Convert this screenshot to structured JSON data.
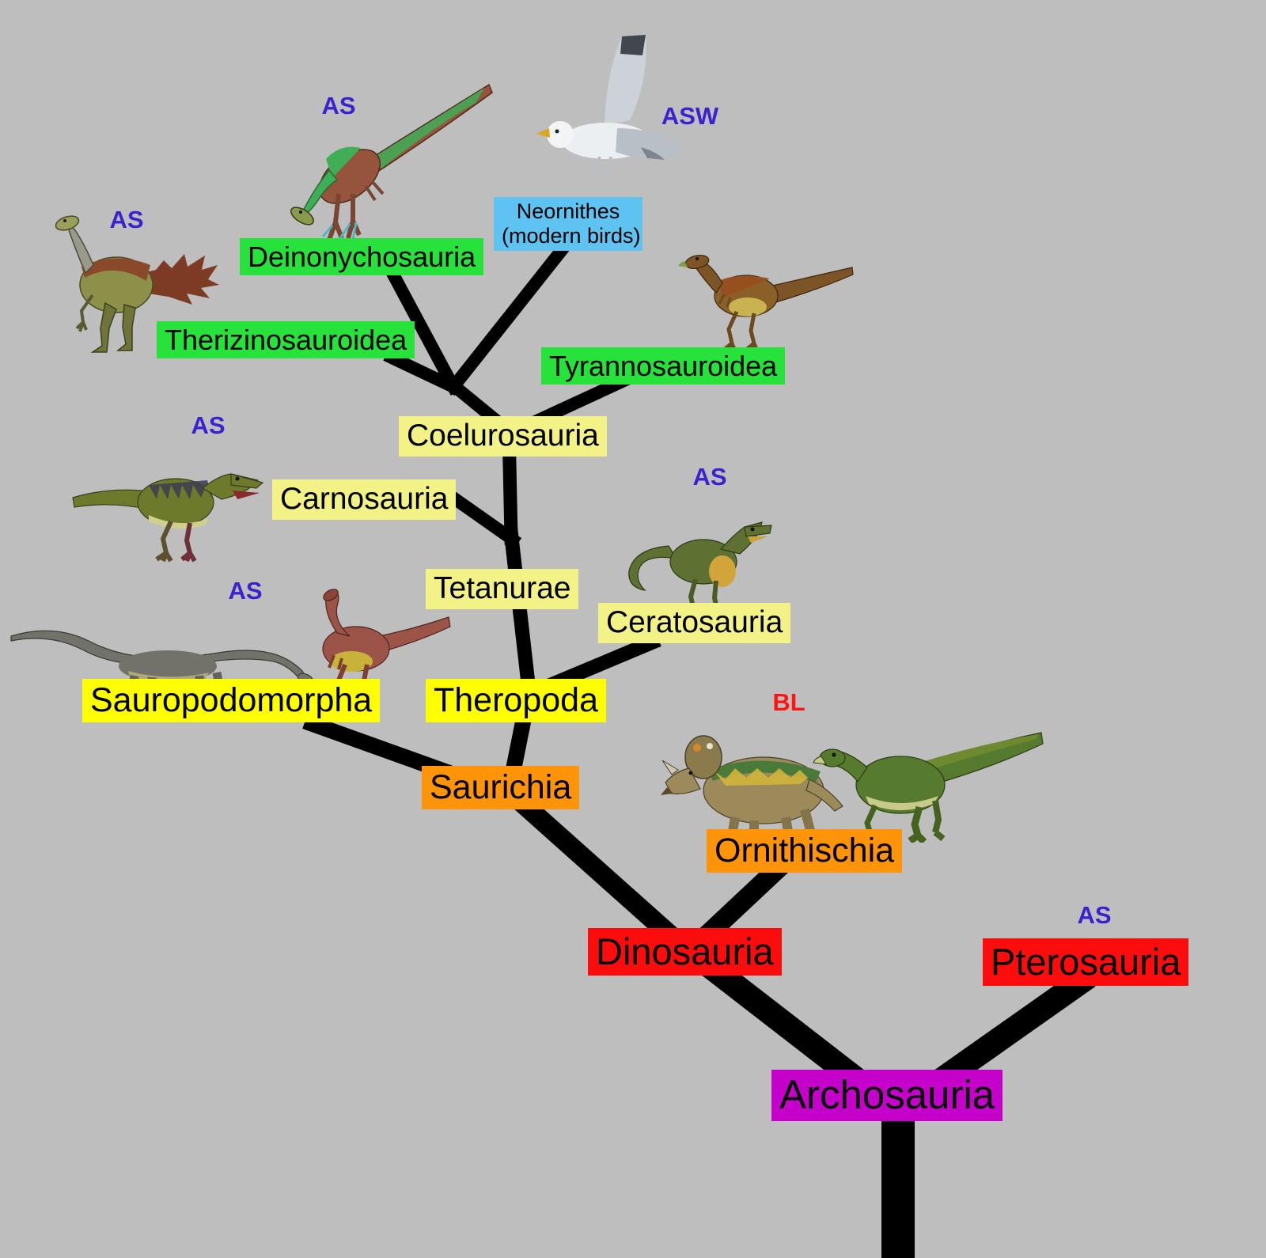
{
  "diagram_title": "Archosauria cladogram",
  "background_color": "#BEBEBE",
  "palette": {
    "branch_color": "#000000",
    "green_label_bg": "#28E23C",
    "pale_yellow_label_bg": "#F2F287",
    "bright_yellow_label_bg": "#FFFF00",
    "orange_label_bg": "#FF9408",
    "red_label_bg": "#FB0D0D",
    "magenta_label_bg": "#C500CB",
    "light_blue_label_bg": "#5FC3F2",
    "label_text_color": "#000000",
    "credit_blue": "#3A23CE",
    "credit_red": "#FF1414"
  },
  "labels": {
    "neornithes_line1": "Neornithes",
    "neornithes_line2": "(modern birds)",
    "deinonychosauria": "Deinonychosauria",
    "therizinosauroidea": "Therizinosauroidea",
    "tyrannosauroidea": "Tyrannosauroidea",
    "coelurosauria": "Coelurosauria",
    "carnosauria": "Carnosauria",
    "tetanurae": "Tetanurae",
    "ceratosauria": "Ceratosauria",
    "sauropodomorpha": "Sauropodomorpha",
    "theropoda": "Theropoda",
    "saurichia": "Saurichia",
    "ornithischia": "Ornithischia",
    "dinosauria": "Dinosauria",
    "pterosauria": "Pterosauria",
    "archosauria": "Archosauria"
  },
  "credits": {
    "therizinosaur": "AS",
    "deinonychosaur": "AS",
    "seagull": "ASW",
    "carnosaur": "AS",
    "sauropods": "AS",
    "ceratosaur": "AS",
    "ornithischians": "BL",
    "pterosaur": "AS"
  },
  "illustrations": {
    "therizinosaur": "therizinosaur-illustration",
    "deinonychosaur": "feathered-deinonychosaur-illustration",
    "seagull": "flying-gull-illustration",
    "tyrannosauroid": "tyrannosauroid-illustration",
    "carnosaur": "carnosaur-illustration",
    "ceratosaur": "ceratosaur-illustration",
    "gray_sauropod": "gray-sauropod-illustration",
    "red_prosauropod": "red-prosauropod-illustration",
    "ceratopsian": "ceratopsian-illustration",
    "iguanodont": "iguanodont-illustration"
  }
}
